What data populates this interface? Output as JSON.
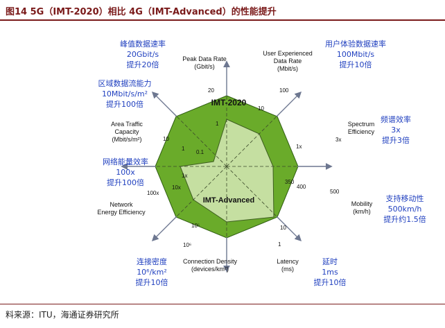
{
  "header": {
    "title": "图14 5G（IMT-2020）相比 4G（IMT-Advanced）的性能提升"
  },
  "footer": {
    "source": "料来源：ITU，海通证券研究所"
  },
  "colors": {
    "outer_fill": "#6aab2a",
    "inner_fill": "#c5dfa1",
    "accent": "#1f3fbf",
    "title": "#7a1a1a"
  },
  "chart_data": {
    "type": "radar",
    "title": "",
    "series": [
      {
        "name": "IMT-2020",
        "values": [
          20,
          100,
          3,
          500,
          1,
          1000000,
          100,
          10
        ]
      },
      {
        "name": "IMT-Advanced",
        "values": [
          1,
          10,
          1,
          350,
          10,
          100000,
          1,
          0.1
        ]
      }
    ],
    "axes": [
      {
        "label": "Peak Data Rate",
        "unit": "(Gbit/s)",
        "ticks": [
          "20",
          "1"
        ],
        "annotation": [
          "峰值数据速率",
          "20Gbit/s",
          "提升20倍"
        ]
      },
      {
        "label": "User Experienced",
        "label2": "Data Rate",
        "unit": "(Mbit/s)",
        "ticks": [
          "100",
          "10"
        ],
        "annotation": [
          "用户体验数据速率",
          "100Mbit/s",
          "提升10倍"
        ]
      },
      {
        "label": "Spectrum",
        "label2": "Efficiency",
        "unit": "",
        "ticks": [
          "3x",
          "1x"
        ],
        "annotation": [
          "频谱效率",
          "3x",
          "提升3倍"
        ]
      },
      {
        "label": "Mobility",
        "label2": "",
        "unit": "(km/h)",
        "ticks": [
          "500",
          "400",
          "350"
        ],
        "annotation": [
          "支持移动性",
          "500km/h",
          "提升约1.5倍"
        ]
      },
      {
        "label": "Latency",
        "label2": "",
        "unit": "(ms)",
        "ticks": [
          "1",
          "10"
        ],
        "annotation": [
          "延时",
          "1ms",
          "提升10倍"
        ]
      },
      {
        "label": "Connection Density",
        "label2": "",
        "unit": "(devices/km²)",
        "ticks": [
          "10⁶",
          "10⁵"
        ],
        "annotation": [
          "连接密度",
          "10⁶/km²",
          "提升10倍"
        ]
      },
      {
        "label": "Network",
        "label2": "Energy Efficiency",
        "unit": "",
        "ticks": [
          "100x",
          "10x",
          "1x"
        ],
        "annotation": [
          "网络能量效率",
          "100x",
          "提升100倍"
        ]
      },
      {
        "label": "Area Traffic",
        "label2": "Capacity",
        "unit": "(Mbit/s/m²)",
        "ticks": [
          "10",
          "1",
          "0.1"
        ],
        "annotation": [
          "区域数据流能力",
          "10Mbit/s/m²",
          "提升100倍"
        ]
      }
    ]
  }
}
